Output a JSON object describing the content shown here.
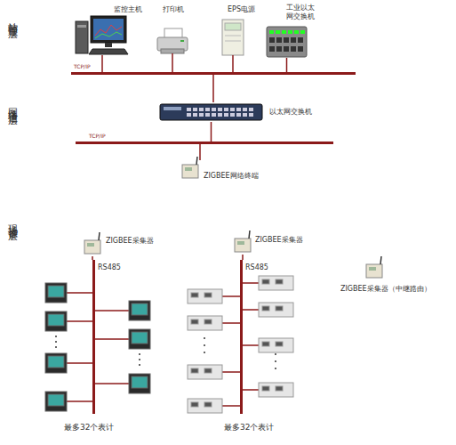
{
  "diagram": {
    "nodes": [
      {
        "text": [
          "监控主机"
        ]
      },
      {
        "text": [
          "打印机"
        ]
      },
      {
        "text": [
          "EPS电源"
        ]
      },
      {
        "text": [
          "工业以太 网交换机"
        ]
      },
      {
        "text": [
          "TCP/IP"
        ]
      },
      {
        "text": [
          "以太网交换机"
        ]
      },
      {
        "text": [
          "TCP/IP"
        ]
      },
      {
        "text": [
          "ZIGBEE网络终端"
        ]
      },
      {
        "text": [
          "ZIGBEE采集器"
        ]
      },
      {
        "text": [
          "RS485"
        ]
      },
      {
        "text": [
          "ZIGBEE采集器"
        ]
      },
      {
        "text": [
          "RS485"
        ]
      },
      {
        "text": [
          "ZIGBEE采集器（中继路由）"
        ]
      }
    ],
    "edges": [
      {
        "from": 0,
        "to": 4,
        "arrow": "none"
      },
      {
        "from": 1,
        "to": 4,
        "arrow": "none"
      },
      {
        "from": 2,
        "to": 4,
        "arrow": "none"
      },
      {
        "from": 3,
        "to": 4,
        "arrow": "none"
      },
      {
        "from": 4,
        "to": 5,
        "arrow": "none"
      },
      {
        "from": 5,
        "to": 6,
        "arrow": "none"
      },
      {
        "from": 6,
        "to": 7,
        "arrow": "none"
      },
      {
        "from": 8,
        "to": 9,
        "arrow": "none"
      },
      {
        "from": 10,
        "to": 11,
        "arrow": "none"
      }
    ],
    "labels": [
      "站控管理层",
      "网络通信层",
      "现场设备层",
      "最多32个表计",
      "最多32个表计"
    ]
  }
}
